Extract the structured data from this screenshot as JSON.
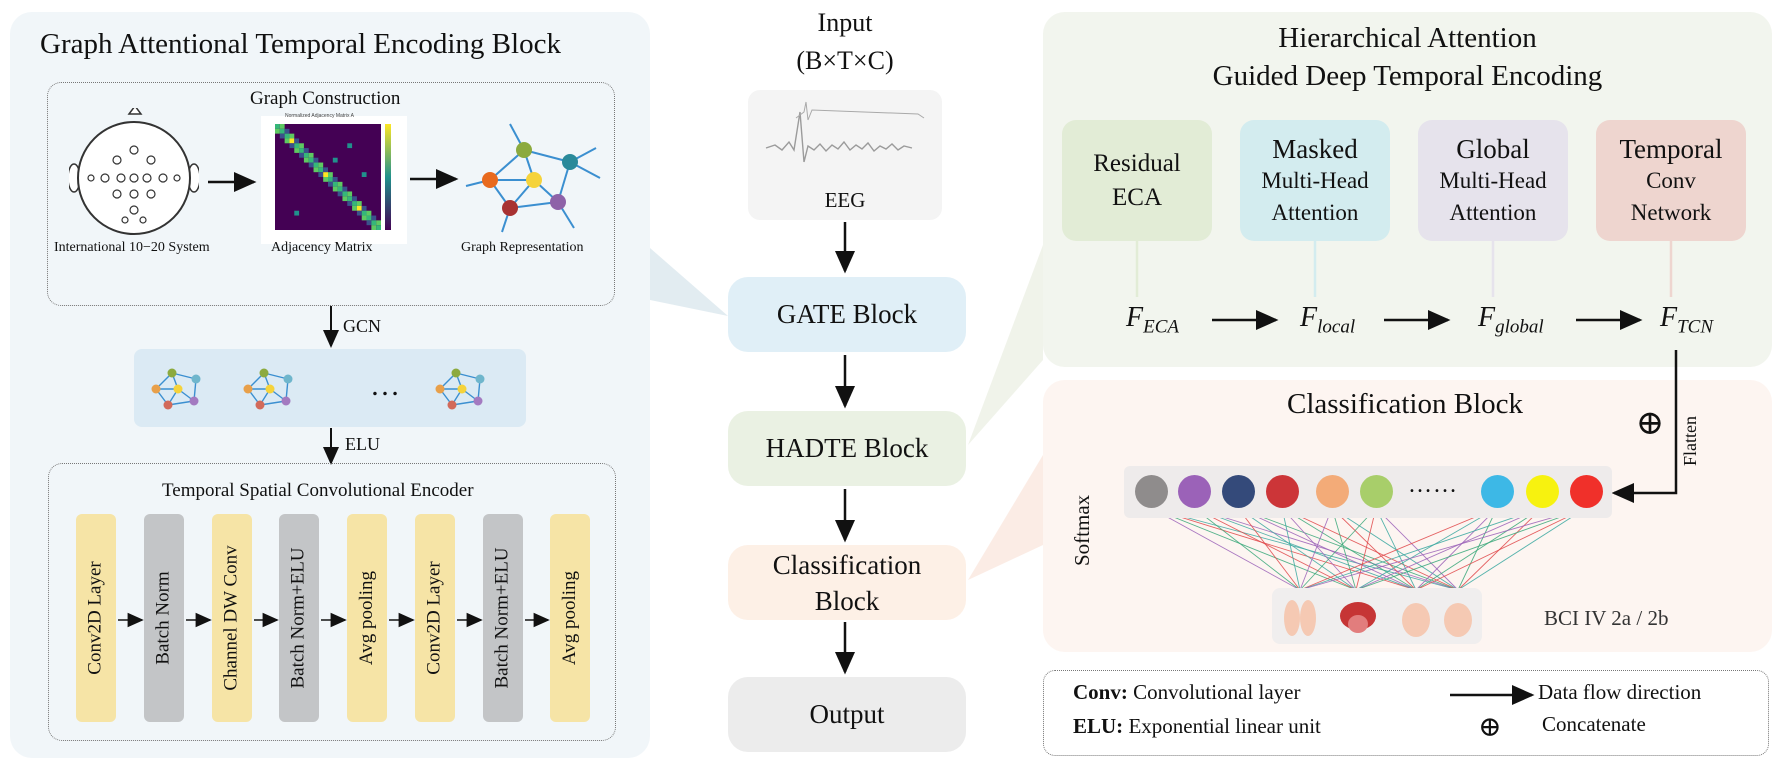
{
  "left": {
    "title": "Graph Attentional Temporal Encoding Block",
    "graph_construction": {
      "title": "Graph Construction",
      "captions": [
        "International 10−20 System",
        "Adjacency Matrix",
        "Graph Representation"
      ],
      "matrix_title": "Normalized Adjacency Matrix A",
      "matrix_colors": [
        "#440154",
        "#21918c",
        "#fde725"
      ]
    },
    "gcn_label": "GCN",
    "ellipsis": "…",
    "elu_label": "ELU",
    "encoder": {
      "title": "Temporal Spatial Convolutional Encoder",
      "layers": [
        {
          "label": "Conv2D Layer",
          "color": "#f6e4a6"
        },
        {
          "label": "Batch Norm",
          "color": "#c3c5c7"
        },
        {
          "label": "Channel DW Conv",
          "color": "#f6e4a6"
        },
        {
          "label": "Batch Norm+ELU",
          "color": "#c3c5c7"
        },
        {
          "label": "Avg pooling",
          "color": "#f6e4a6"
        },
        {
          "label": "Conv2D Layer",
          "color": "#f6e4a6"
        },
        {
          "label": "Batch Norm+ELU",
          "color": "#c3c5c7"
        },
        {
          "label": "Avg pooling",
          "color": "#f6e4a6"
        }
      ]
    }
  },
  "center": {
    "input_label": "Input",
    "input_shape": "(B×T×C)",
    "eeg_label": "EEG",
    "blocks": [
      "GATE Block",
      "HADTE Block",
      "Classification Block",
      "Output"
    ]
  },
  "right": {
    "title_line1": "Hierarchical Attention",
    "title_line2": "Guided Deep Temporal Encoding",
    "modules": [
      {
        "lines": [
          "Residual",
          "ECA"
        ],
        "color": "#e2ecd6"
      },
      {
        "lines": [
          "Masked",
          "Multi-Head",
          "Attention"
        ],
        "color": "#d3ecef"
      },
      {
        "lines": [
          "Global",
          "Multi-Head",
          "Attention"
        ],
        "color": "#e6e3ec"
      },
      {
        "lines": [
          "Temporal",
          "Conv",
          "Network"
        ],
        "color": "#eed5cf"
      }
    ],
    "features": [
      {
        "base": "F",
        "sub": "ECA"
      },
      {
        "base": "F",
        "sub": "local"
      },
      {
        "base": "F",
        "sub": "global"
      },
      {
        "base": "F",
        "sub": "TCN"
      }
    ],
    "classification": {
      "title": "Classification Block",
      "softmax": "Softmax",
      "flatten": "Flatten",
      "concat_symbol": "⊕",
      "dots": "……",
      "dataset": "BCI IV 2a / 2b",
      "node_colors": [
        "#8f8c8c",
        "#9b62b8",
        "#344a7a",
        "#cc3538",
        "#f3ab78",
        "#a8ce6a",
        "#3db8e6",
        "#f7f20f",
        "#f0302a"
      ],
      "link_colors": [
        "#9b62b8",
        "#3aa87a",
        "#e0484a",
        "#3aa8a0"
      ]
    }
  },
  "legend": {
    "conv_term": "Conv:",
    "conv_desc": "Convolutional layer",
    "elu_term": "ELU:",
    "elu_desc": "Exponential linear unit",
    "flow_desc": "Data flow direction",
    "concat_symbol": "⊕",
    "concat_desc": "Concatenate"
  }
}
